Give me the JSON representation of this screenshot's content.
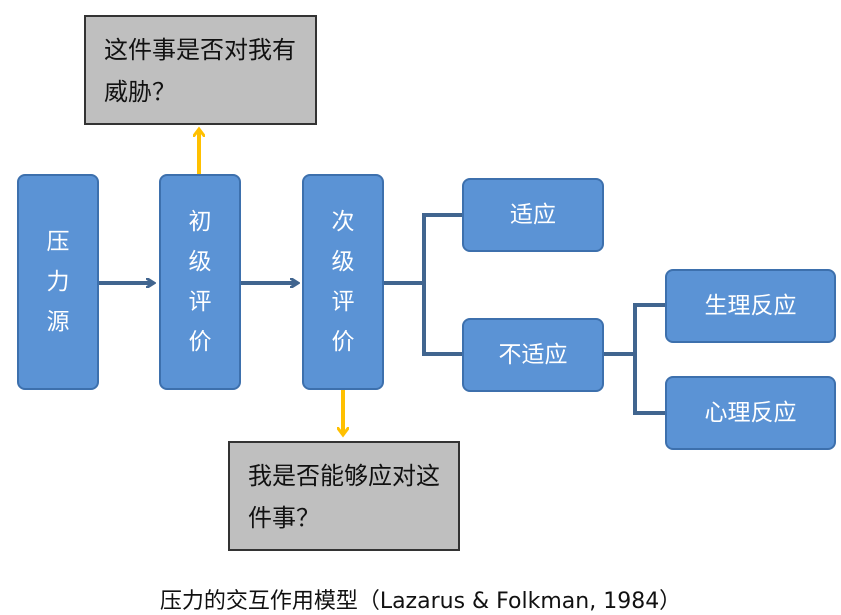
{
  "nodes": {
    "source": "压力源",
    "primary": "初级评价",
    "secondary": "次级评价",
    "adapt": "适应",
    "maladapt": "不适应",
    "physio": "生理反应",
    "psych": "心理反应"
  },
  "notes": {
    "primary_question": "这件事是否对我有威胁？",
    "secondary_question": "我是否能够应对这件事？"
  },
  "caption": "压力的交互作用模型（Lazarus & Folkman, 1984）",
  "colors": {
    "node_fill": "#5b93d5",
    "node_border": "#3d70ad",
    "connector": "#41658f",
    "question_arrow": "#ffc000",
    "note_fill": "#bfbfbf"
  }
}
